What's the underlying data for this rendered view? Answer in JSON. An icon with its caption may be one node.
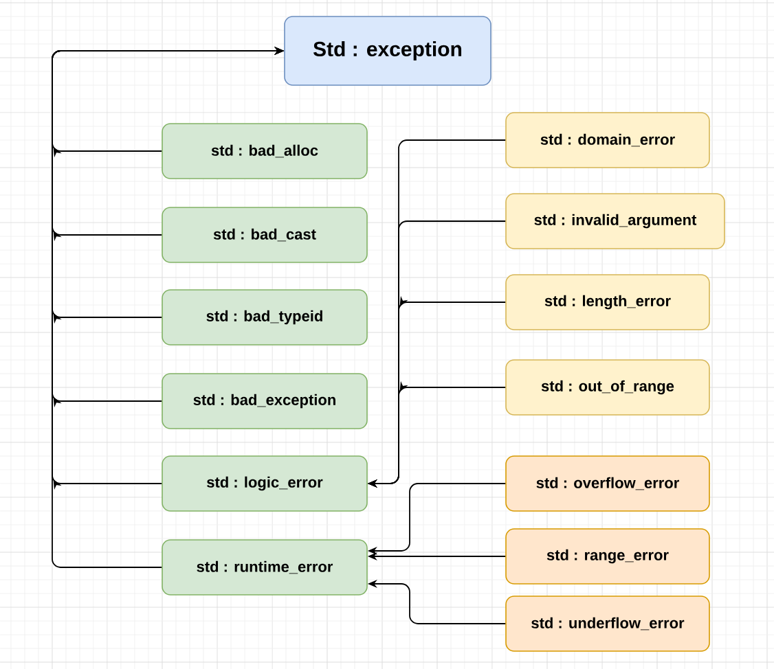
{
  "diagram": {
    "nodes": [
      {
        "text": [
          "Std : exception"
        ]
      },
      {
        "text": [
          "std : bad_alloc"
        ]
      },
      {
        "text": [
          "std : bad_cast"
        ]
      },
      {
        "text": [
          "std : bad_typeid"
        ]
      },
      {
        "text": [
          "std : bad_exception"
        ]
      },
      {
        "text": [
          "std : logic_error"
        ]
      },
      {
        "text": [
          "std : runtime_error"
        ]
      },
      {
        "text": [
          "std : domain_error"
        ]
      },
      {
        "text": [
          "std : invalid_argument"
        ]
      },
      {
        "text": [
          "std : length_error"
        ]
      },
      {
        "text": [
          "std : out_of_range"
        ]
      },
      {
        "text": [
          "std : overflow_error"
        ]
      },
      {
        "text": [
          "std : range_error"
        ]
      },
      {
        "text": [
          "std : underflow_error"
        ]
      }
    ],
    "edges": [
      {
        "from": 1,
        "to": 0,
        "arrow": "to"
      },
      {
        "from": 2,
        "to": 0,
        "arrow": "to"
      },
      {
        "from": 3,
        "to": 0,
        "arrow": "to"
      },
      {
        "from": 4,
        "to": 0,
        "arrow": "to"
      },
      {
        "from": 5,
        "to": 0,
        "arrow": "to"
      },
      {
        "from": 6,
        "to": 0,
        "arrow": "to"
      },
      {
        "from": 7,
        "to": 5,
        "arrow": "to"
      },
      {
        "from": 8,
        "to": 5,
        "arrow": "to"
      },
      {
        "from": 9,
        "to": 5,
        "arrow": "to"
      },
      {
        "from": 10,
        "to": 5,
        "arrow": "to"
      },
      {
        "from": 11,
        "to": 6,
        "arrow": "to"
      },
      {
        "from": 12,
        "to": 6,
        "arrow": "to"
      },
      {
        "from": 13,
        "to": 6,
        "arrow": "to"
      }
    ]
  }
}
